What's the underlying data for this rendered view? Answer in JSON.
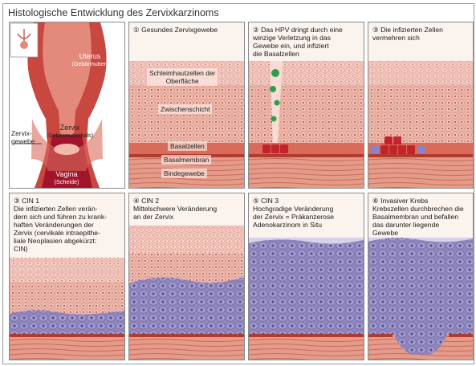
{
  "title": "Histologische Entwicklung des Zervixkarzinoms",
  "anatomy": {
    "uterus": "Uterus",
    "uterus_sub": "(Gebärmutter)",
    "zervix": "Zervix",
    "zervix_sub": "(Gebärmutterhals)",
    "zervixgewebe": "Zervix-\ngewebe",
    "vagina": "Vagina",
    "vagina_sub": "(Scheide)"
  },
  "panels": [
    {
      "id": "p1",
      "caption": "① Gesundes Zervixgewebe",
      "labels": {
        "schleimhaut": "Schleimhautzellen der\nOberfläche",
        "zwischen": "Zwischenschicht",
        "basal": "Basalzellen",
        "membran": "Basalmembran",
        "binde": "Bindegewebe"
      }
    },
    {
      "id": "p2",
      "caption": "② Das HPV dringt durch eine\nwinzige Verletzung in das\nGewebe ein, und infiziert\ndie Basalzellen"
    },
    {
      "id": "p3",
      "caption": "③ Die infizierten Zellen\nvermehren sich"
    },
    {
      "id": "p4",
      "caption": "③ CIN 1\nDie infizierten Zellen verän-\ndern sich und führen zu krank-\nhaften Veränderungen der\nZervix (cervikale intraepithe-\nliale Neoplasien abgekürzt:\nCIN)"
    },
    {
      "id": "p5",
      "caption": "④ CIN 2\nMittelschwere Veränderung\nan der Zervix"
    },
    {
      "id": "p6",
      "caption": "⑤ CIN 3\nHochgradige Veränderung\nder Zervix = Präkanzerose\nAdenokarzinom in Situ"
    },
    {
      "id": "p7",
      "caption": "⑥ Invasiver Krebs\nKrebszellen durchbrechen die\nBasalmembran und befallen\ndas darunter liegende\nGewebe"
    }
  ]
}
